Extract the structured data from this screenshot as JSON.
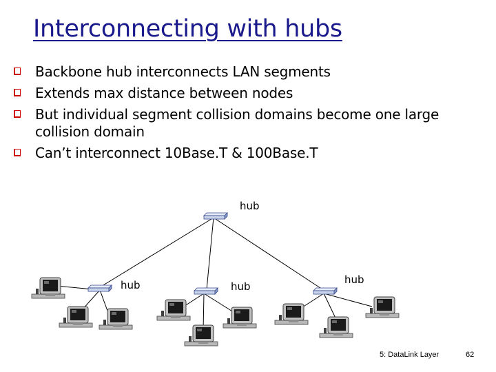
{
  "slide": {
    "title": "Interconnecting with hubs",
    "bullets": [
      "Backbone hub interconnects LAN segments",
      "Extends max distance between nodes",
      "But individual segment collision domains become one large collision domain",
      "Can’t interconnect 10Base.T & 100Base.T"
    ]
  },
  "diagram": {
    "hub_labels": {
      "backbone": "hub",
      "left": "hub",
      "middle": "hub",
      "right": "hub"
    },
    "icons": {
      "hub": "hub-icon",
      "computer": "computer-icon"
    },
    "colors": {
      "hub_fill": "#c8d4ec",
      "hub_border": "#3a4a8a",
      "monitor_body": "#c0c0c0",
      "screen": "#1a1a1a",
      "link": "#000000"
    }
  },
  "footer": {
    "chapter": "5: DataLink Layer",
    "page": "62"
  },
  "colors": {
    "title": "#1a1a8c",
    "bullet_marker": "#cc0000"
  }
}
